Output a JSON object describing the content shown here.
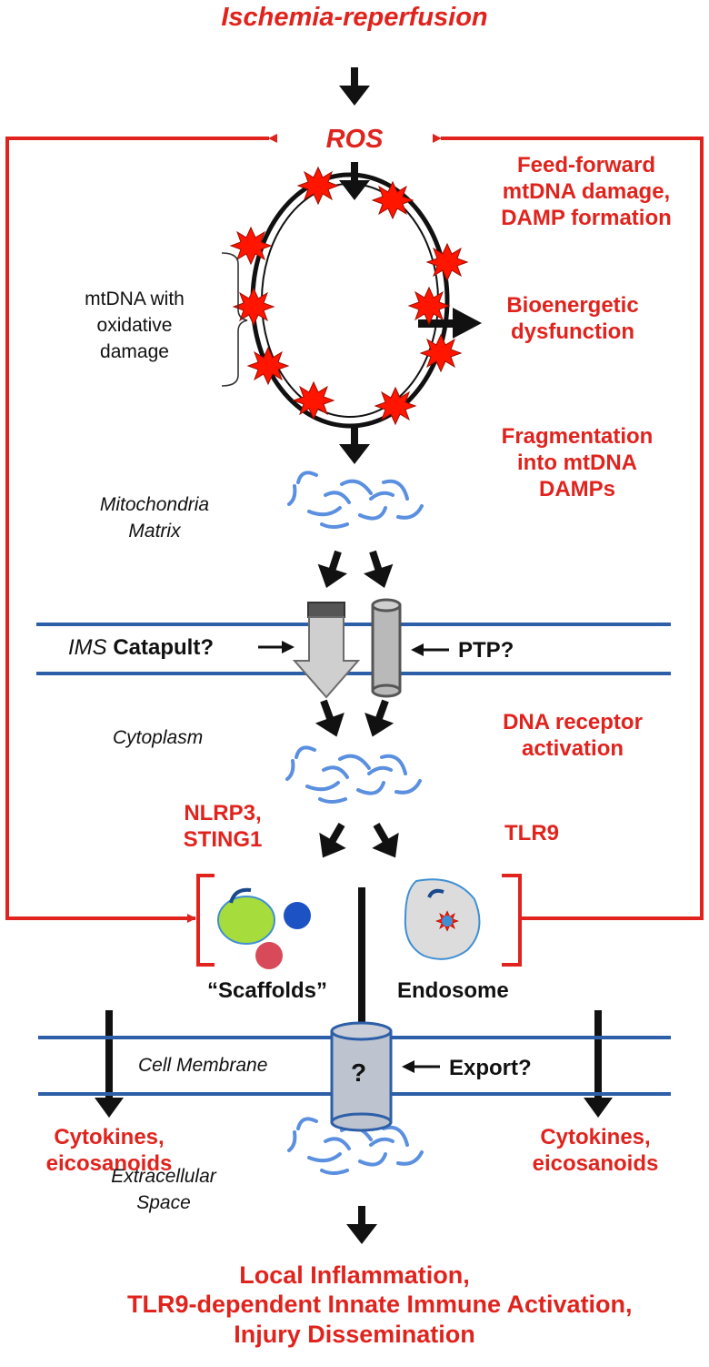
{
  "diagram": {
    "title": "Ischemia-reperfusion",
    "ros": "ROS",
    "feed_forward": [
      "Feed-forward",
      "mtDNA damage,",
      "DAMP formation"
    ],
    "mtdna_label": [
      "mtDNA with",
      "oxidative",
      "damage"
    ],
    "bioenergetic": [
      "Bioenergetic",
      "dysfunction"
    ],
    "fragmentation": [
      "Fragmentation",
      "into mtDNA",
      "DAMPs"
    ],
    "mito_matrix": [
      "Mitochondria",
      "Matrix"
    ],
    "ims": "IMS",
    "catapult": "Catapult?",
    "ptp": "PTP?",
    "cytoplasm": "Cytoplasm",
    "dna_receptor": [
      "DNA receptor",
      "activation"
    ],
    "nlrp3": [
      "NLRP3,",
      "STING1"
    ],
    "tlr9": "TLR9",
    "scaffolds": "“Scaffolds”",
    "endosome": "Endosome",
    "cell_membrane": "Cell Membrane",
    "question": "?",
    "export": "Export?",
    "cytokines_left": [
      "Cytokines,",
      "eicosanoids"
    ],
    "cytokines_right": [
      "Cytokines,",
      "eicosanoids"
    ],
    "extracellular": [
      "Extracellular",
      "Space"
    ],
    "outcome": [
      "Local Inflammation,",
      "TLR9-dependent Innate Immune Activation,",
      "Injury Dissemination"
    ]
  },
  "colors": {
    "accent_red": "#e0231d",
    "membrane_blue": "#2d5fa8",
    "dna_fragment_blue": "#5b8fe0",
    "arrow_black": "#111111"
  }
}
